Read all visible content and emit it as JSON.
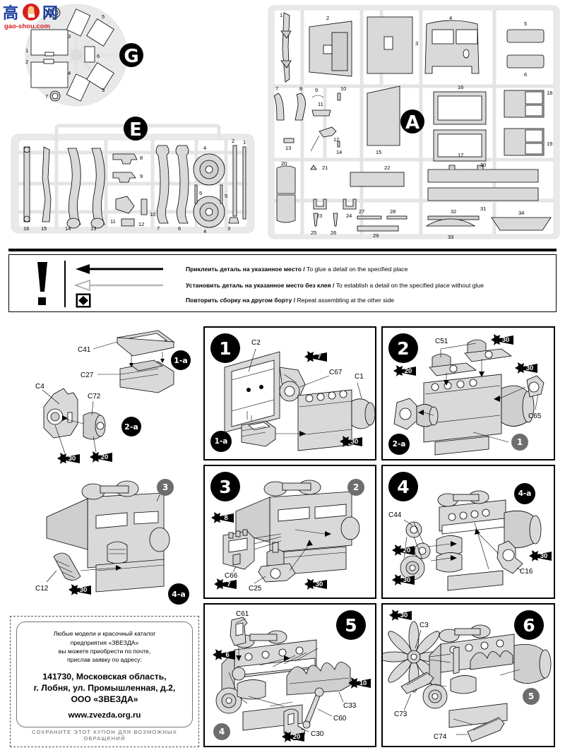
{
  "watermark": {
    "chars": "高 网",
    "char1": "高",
    "char2": "网",
    "url": "gao-shou.com"
  },
  "sprues": [
    {
      "id": "G",
      "label": "G",
      "shape": "circular",
      "part_numbers": [
        "1",
        "2",
        "3",
        "4",
        "5",
        "5",
        "6",
        "7",
        "7"
      ]
    },
    {
      "id": "E",
      "label": "E",
      "shape": "rectangular",
      "part_numbers": [
        "1",
        "2",
        "3",
        "4",
        "4",
        "5",
        "5",
        "6",
        "7",
        "8",
        "9",
        "10",
        "11",
        "12",
        "13",
        "14",
        "15",
        "16"
      ]
    },
    {
      "id": "A",
      "label": "A",
      "shape": "rectangular",
      "part_numbers": [
        "1",
        "2",
        "3",
        "4",
        "5",
        "6",
        "7",
        "8",
        "9",
        "10",
        "11",
        "12",
        "13",
        "14",
        "15",
        "16",
        "17",
        "18",
        "19",
        "20",
        "21",
        "22",
        "23",
        "24",
        "25",
        "26",
        "27",
        "28",
        "29",
        "30",
        "31",
        "32",
        "33",
        "34"
      ]
    }
  ],
  "legend": {
    "warning_icon": "exclamation-mark",
    "rows": [
      {
        "symbol": "solid-black-arrow",
        "ru": "Приклеить деталь на указанное место",
        "sep": " / ",
        "en": "To glue a detail on the specified place"
      },
      {
        "symbol": "hollow-gray-arrow",
        "ru": "Установить деталь на указанное место без клея",
        "sep": " / ",
        "en": "To establish a detail on the specified place without glue"
      },
      {
        "symbol": "double-arrow-box",
        "ru": "Повторить сборку на другом борту",
        "sep": " / ",
        "en": "Repeat assembling at the other side"
      }
    ]
  },
  "subassemblies": [
    {
      "badge": "1-a",
      "parts": [
        "C41",
        "C27"
      ],
      "stars": []
    },
    {
      "badge": "2-a",
      "parts": [
        "C4",
        "C72"
      ],
      "stars": [
        "30",
        "20"
      ]
    },
    {
      "badge": "4-a",
      "parts": [
        "C12"
      ],
      "stars": [
        "30"
      ],
      "refs": [
        "3"
      ]
    }
  ],
  "steps": [
    {
      "number": "1",
      "parts": [
        "C2",
        "C67",
        "C1"
      ],
      "stars": [
        "7",
        "30"
      ],
      "refs": [
        "1-a"
      ]
    },
    {
      "number": "2",
      "parts": [
        "C51",
        "C65"
      ],
      "stars": [
        "30",
        "20",
        "30"
      ],
      "refs": [
        "2-a",
        "1"
      ]
    },
    {
      "number": "3",
      "parts": [
        "C66",
        "C25"
      ],
      "stars": [
        "8",
        "7",
        "30"
      ],
      "refs": [
        "2"
      ]
    },
    {
      "number": "4",
      "parts": [
        "C44",
        "C16"
      ],
      "stars": [
        "20",
        "30",
        "30"
      ],
      "refs": [
        "4-a"
      ]
    },
    {
      "number": "5",
      "parts": [
        "C61",
        "C33",
        "C60",
        "C30"
      ],
      "stars": [
        "6",
        "10",
        "20"
      ],
      "refs": [
        "4"
      ]
    },
    {
      "number": "6",
      "parts": [
        "C3",
        "C73",
        "C74"
      ],
      "stars": [
        "30"
      ],
      "refs": [
        "5"
      ]
    }
  ],
  "coupon": {
    "line1": "Любые модели и красочный каталог",
    "line2": "предприятия «ЗВЕЗДА»",
    "line3": "вы можете приобрести по почте,",
    "line4": "прислав заявку по адресу:",
    "addr1": "141730, Московская область,",
    "addr2": "г. Лобня, ул. Промышленная, д.2,",
    "addr3": "ООО «ЗВЕЗДА»",
    "url": "www.zvezda.org.ru",
    "footer": "СОХРАНИТЕ ЭТОТ КУПОН ДЛЯ ВОЗМОЖНЫХ ОБРАЩЕНИЙ"
  },
  "colors": {
    "part_fill": "#d9d9d9",
    "runner_fill": "#e9e9e9",
    "badge_black": "#000000",
    "badge_gray": "#6d6d6d",
    "watermark_blue": "#1a3fa0",
    "watermark_red": "#d81f1f"
  }
}
